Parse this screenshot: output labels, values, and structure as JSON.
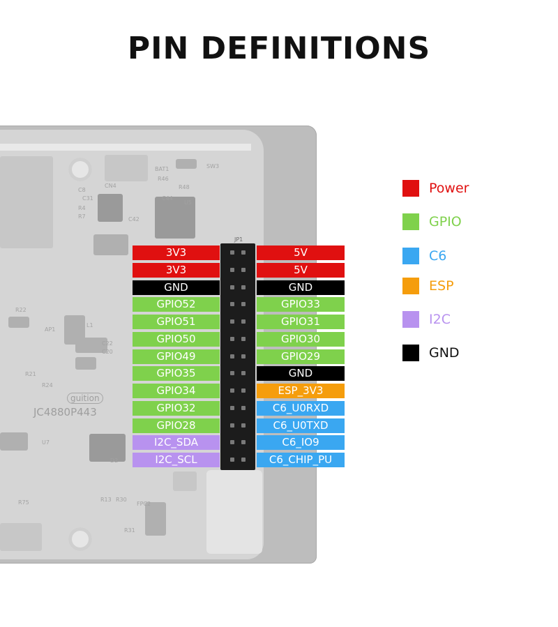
{
  "title": "PIN DEFINITIONS",
  "colors": {
    "Power": "#e01010",
    "GPIO": "#7fd14c",
    "C6": "#3aa7f1",
    "ESP": "#f59d0c",
    "I2C": "#b892ef",
    "GND": "#000000"
  },
  "legend": [
    {
      "category": "Power",
      "label": "Power",
      "color": "#e01010"
    },
    {
      "category": "GPIO",
      "label": "GPIO",
      "color": "#7fd14c"
    },
    {
      "category": "C6",
      "label": "C6",
      "color": "#3aa7f1"
    },
    {
      "category": "ESP",
      "label": "ESP",
      "color": "#f59d0c"
    },
    {
      "category": "I2C",
      "label": "I2C",
      "color": "#b892ef"
    },
    {
      "category": "GND",
      "label": "GND",
      "color": "#000000"
    }
  ],
  "header": {
    "label": "JP1"
  },
  "pins": {
    "left": [
      {
        "name": "3V3",
        "category": "Power"
      },
      {
        "name": "3V3",
        "category": "Power"
      },
      {
        "name": "GND",
        "category": "GND"
      },
      {
        "name": "GPIO52",
        "category": "GPIO"
      },
      {
        "name": "GPIO51",
        "category": "GPIO"
      },
      {
        "name": "GPIO50",
        "category": "GPIO"
      },
      {
        "name": "GPIO49",
        "category": "GPIO"
      },
      {
        "name": "GPIO35",
        "category": "GPIO"
      },
      {
        "name": "GPIO34",
        "category": "GPIO"
      },
      {
        "name": "GPIO32",
        "category": "GPIO"
      },
      {
        "name": "GPIO28",
        "category": "GPIO"
      },
      {
        "name": "I2C_SDA",
        "category": "I2C"
      },
      {
        "name": "I2C_SCL",
        "category": "I2C"
      }
    ],
    "right": [
      {
        "name": "5V",
        "category": "Power"
      },
      {
        "name": "5V",
        "category": "Power"
      },
      {
        "name": "GND",
        "category": "GND"
      },
      {
        "name": "GPIO33",
        "category": "GPIO"
      },
      {
        "name": "GPIO31",
        "category": "GPIO"
      },
      {
        "name": "GPIO30",
        "category": "GPIO"
      },
      {
        "name": "GPIO29",
        "category": "GPIO"
      },
      {
        "name": "GND",
        "category": "GND"
      },
      {
        "name": "ESP_3V3",
        "category": "ESP"
      },
      {
        "name": "C6_U0RXD",
        "category": "C6"
      },
      {
        "name": "C6_U0TXD",
        "category": "C6"
      },
      {
        "name": "C6_IO9",
        "category": "C6"
      },
      {
        "name": "C6_CHIP_PU",
        "category": "C6"
      }
    ]
  },
  "board": {
    "model": "JC4880P443",
    "brand": "guition",
    "silkscreen": [
      "BAT1",
      "SW3",
      "CN4",
      "R46",
      "R48",
      "C44",
      "U5",
      "C42",
      "C8",
      "C31",
      "R4",
      "R7",
      "R22",
      "AP1",
      "L1",
      "C22",
      "C20",
      "R21",
      "R24",
      "U7",
      "D2",
      "R75",
      "R13",
      "R30",
      "R31",
      "FPC2"
    ]
  }
}
